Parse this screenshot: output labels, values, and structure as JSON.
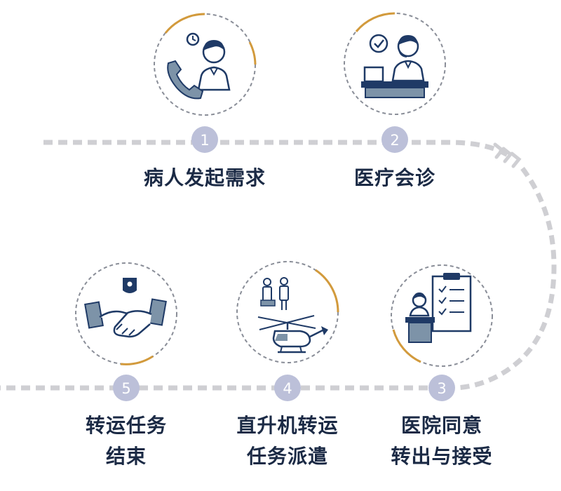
{
  "colors": {
    "path_dash": "#cfcfd3",
    "circle_dash": "#8a8e98",
    "accent_arc": "#d29a3c",
    "badge": "#bcc0d9",
    "badge_text": "#ffffff",
    "navy": "#1f3a66",
    "slate": "#7d93a8",
    "label_text": "#1b2a45"
  },
  "steps": [
    {
      "number": "1",
      "lines": [
        "病人发起需求"
      ],
      "icon": "phone-call-agent-icon"
    },
    {
      "number": "2",
      "lines": [
        "医疗会诊"
      ],
      "icon": "consultation-desk-icon"
    },
    {
      "number": "3",
      "lines": [
        "医院同意",
        "转出与接受"
      ],
      "icon": "clipboard-reception-icon"
    },
    {
      "number": "4",
      "lines": [
        "直升机转运",
        "任务派遣"
      ],
      "icon": "helicopter-dispatch-icon"
    },
    {
      "number": "5",
      "lines": [
        "转运任务",
        "结束"
      ],
      "icon": "handshake-icon"
    }
  ]
}
